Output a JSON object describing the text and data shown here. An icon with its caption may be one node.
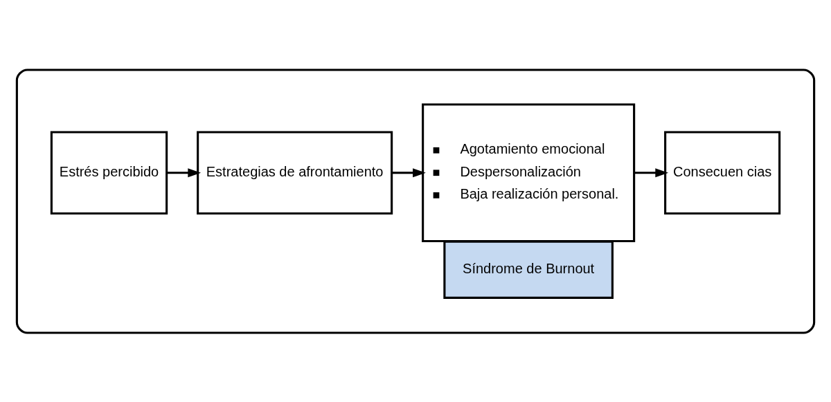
{
  "diagram": {
    "nodes": [
      {
        "text": [],
        "shape": "box"
      },
      {
        "text": [
          "Estrés percibido"
        ],
        "in": 0
      },
      {
        "text": [
          "Estrategias de afrontamiento"
        ],
        "in": 0
      },
      {
        "text": [
          "Síndrome de Burnout"
        ],
        "in": 0
      },
      {
        "text": [
          "Agotamiento emocional",
          "Despersonalización",
          "Baja realización personal."
        ],
        "in": 0
      },
      {
        "text": [
          "Consecuen cias"
        ],
        "in": 0
      }
    ],
    "edges": [
      {
        "from": 1,
        "to": 2,
        "arrow": "to"
      },
      {
        "from": 2,
        "to": 4,
        "arrow": "to"
      },
      {
        "from": 4,
        "to": 5,
        "arrow": "to"
      }
    ]
  }
}
